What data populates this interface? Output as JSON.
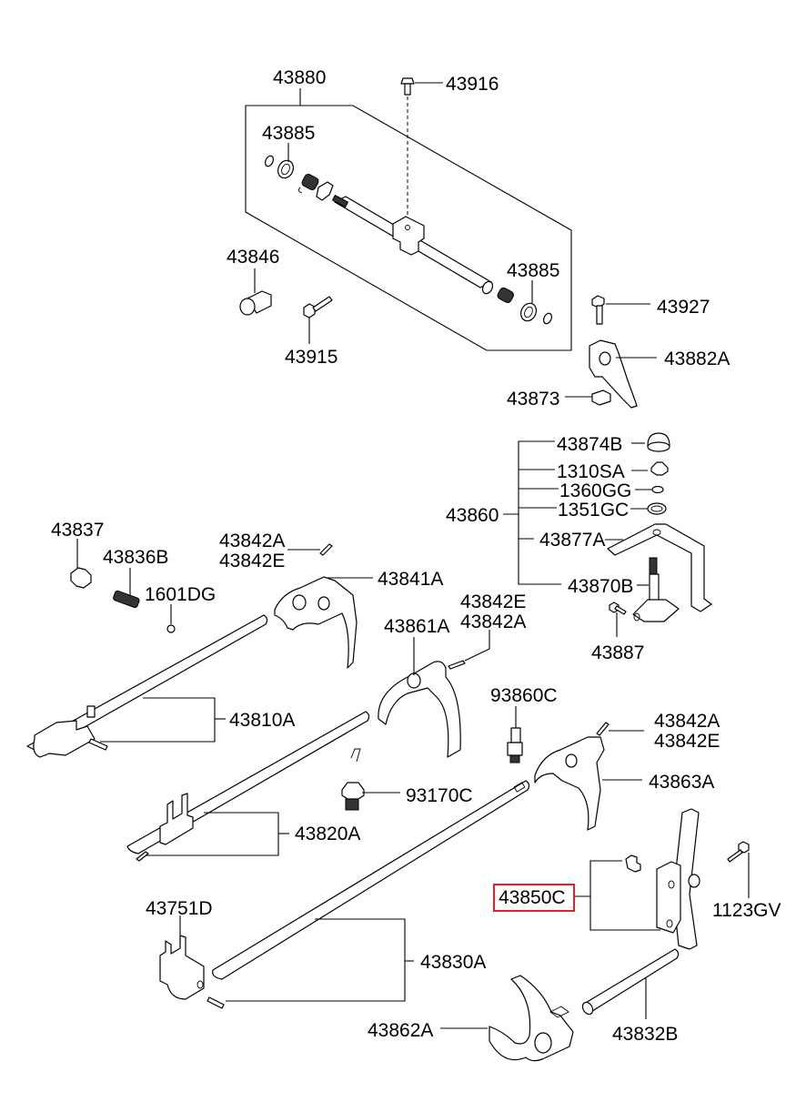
{
  "diagram": {
    "title": "Transmission gear shift rail & fork assembly (exploded parts view)",
    "highlight_color": "#e0202a",
    "highlighted_part": "43850C",
    "labels": {
      "p43880": "43880",
      "p43916": "43916",
      "p43885a": "43885",
      "p43885b": "43885",
      "p43846": "43846",
      "p43915": "43915",
      "p43927": "43927",
      "p43882A": "43882A",
      "p43873": "43873",
      "p43874B": "43874B",
      "p1310SA": "1310SA",
      "p1360GG": "1360GG",
      "p1351GC": "1351GC",
      "p43860": "43860",
      "p43877A": "43877A",
      "p43870B": "43870B",
      "p43887": "43887",
      "p43837": "43837",
      "p43836B": "43836B",
      "p1601DG": "1601DG",
      "p43842A_1": "43842A",
      "p43842E_1": "43842E",
      "p43841A": "43841A",
      "p43861A": "43861A",
      "p43842E_2": "43842E",
      "p43842A_2": "43842A",
      "p43810A": "43810A",
      "p93860C": "93860C",
      "p43842A_3": "43842A",
      "p43842E_3": "43842E",
      "p43863A": "43863A",
      "p93170C": "93170C",
      "p43820A": "43820A",
      "p43850C": "43850C",
      "p1123GV": "1123GV",
      "p43751D": "43751D",
      "p43830A": "43830A",
      "p43862A": "43862A",
      "p43832B": "43832B"
    }
  }
}
